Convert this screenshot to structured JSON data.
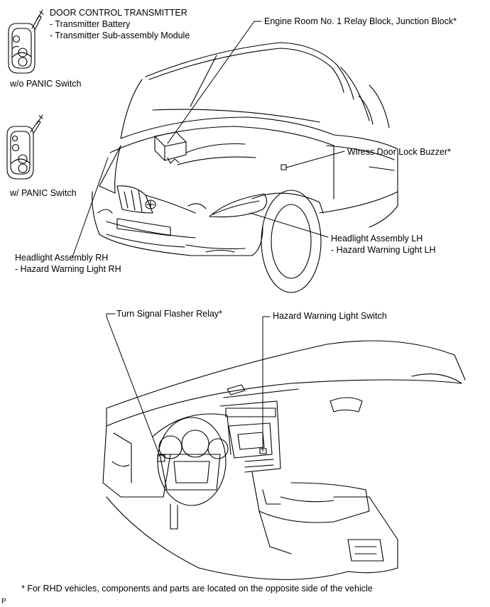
{
  "transmitter": {
    "title": "DOOR CONTROL TRANSMITTER",
    "items": [
      "- Transmitter Battery",
      "- Transmitter Sub-assembly Module"
    ],
    "without_panic": "w/o PANIC Switch",
    "with_panic": "w/ PANIC Switch"
  },
  "callouts": {
    "engine_room": "Engine Room No. 1 Relay Block, Junction Block*",
    "buzzer": "Wiress Door Lock Buzzer*",
    "headlight_lh": "Headlight Assembly LH",
    "headlight_lh_sub": "- Hazard Warning Light LH",
    "headlight_rh": "Headlight Assembly RH",
    "headlight_rh_sub": "- Hazard Warning Light RH",
    "flasher_relay": "Turn Signal Flasher Relay*",
    "hazard_switch": "Hazard Warning Light Switch"
  },
  "footnote": "* For RHD vehicles, components and parts are located on the opposite side of the vehicle",
  "corner_mark": "P"
}
